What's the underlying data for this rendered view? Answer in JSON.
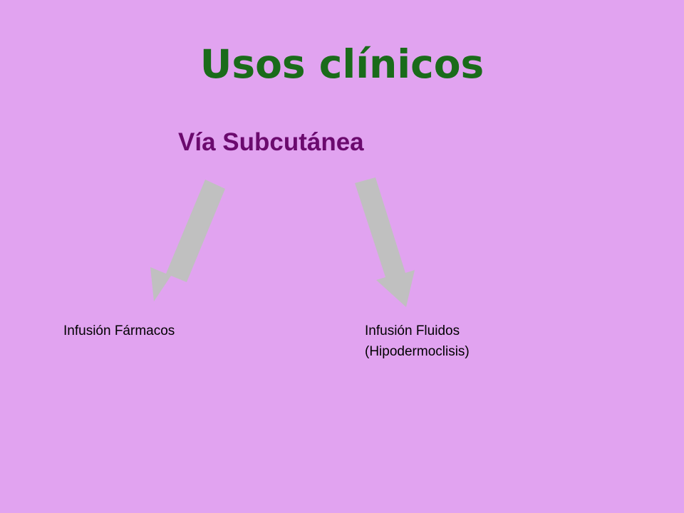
{
  "slide": {
    "title": "Usos clínicos",
    "subtitle": "Vía Subcutánea",
    "branches": [
      {
        "line1": "Infusión Fármacos"
      },
      {
        "line1": "Infusión Fluidos",
        "line2": "(Hipodermoclisis)"
      }
    ]
  },
  "colors": {
    "background": "#e1a3f0",
    "title": "#1a6b1a",
    "subtitle": "#6b0a6e",
    "arrow": "#c0c0c0",
    "label": "#000000"
  },
  "icons": {
    "left_arrow": "arrow-down-left-icon",
    "right_arrow": "arrow-down-right-icon"
  }
}
